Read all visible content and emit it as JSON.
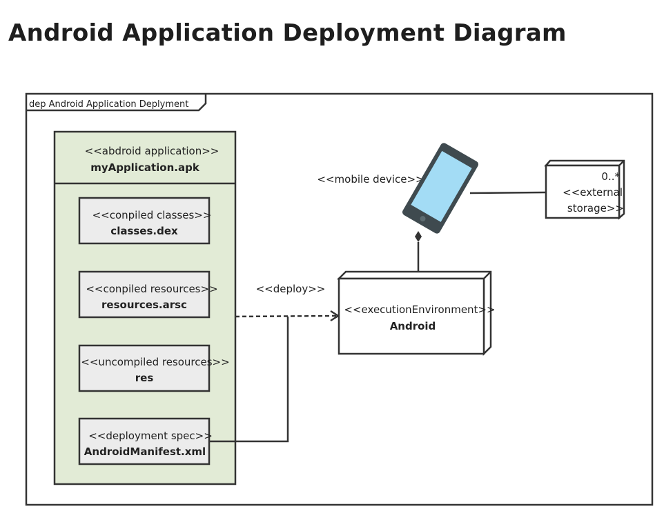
{
  "title": "Android Application Deployment Diagram",
  "frame_label": "dep Android Application Deplyment",
  "app": {
    "stereotype": "<<abdroid application>>",
    "name": "myApplication.apk"
  },
  "artifacts": [
    {
      "stereotype": "<<conpiled classes>>",
      "name": "classes.dex"
    },
    {
      "stereotype": "<<conpiled resources>>",
      "name": "resources.arsc"
    },
    {
      "stereotype": "<<uncompiled resources>>",
      "name": "res"
    },
    {
      "stereotype": "<<deployment spec>>",
      "name": "AndroidManifest.xml"
    }
  ],
  "deploy_label": "<<deploy>>",
  "execution_env": {
    "stereotype": "<<executionEnvironment>>",
    "name": "Android"
  },
  "mobile_device": {
    "stereotype": "<<mobile device>>",
    "icon": "smartphone-icon"
  },
  "external_storage": {
    "multiplicity": "0..*",
    "line1": "<<external",
    "line2": "storage>>"
  },
  "colors": {
    "app_fill": "#e2ebd6",
    "artifact_fill": "#ececec",
    "stroke": "#333333",
    "phone_body": "#3f4a4f",
    "phone_screen": "#a3dcf5"
  }
}
